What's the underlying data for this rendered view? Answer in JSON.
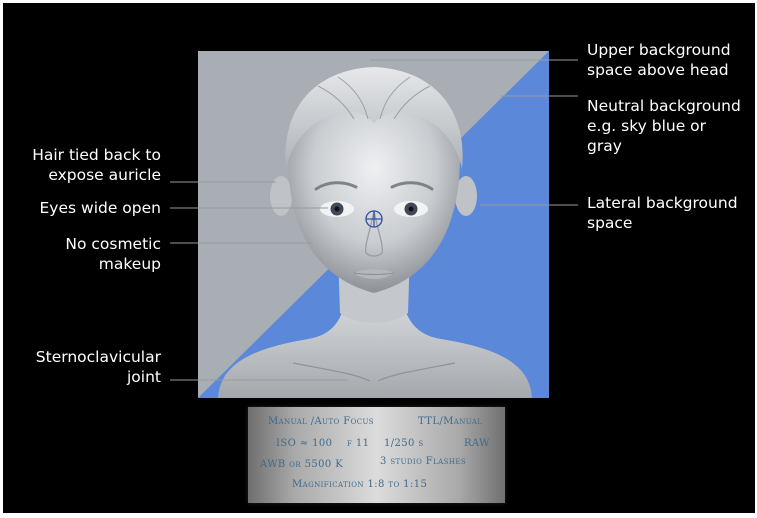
{
  "colors": {
    "stage_background": "#000000",
    "panel_gray": "#a9adb4",
    "panel_blue": "#5b88d8",
    "skin": "#d5d7d9",
    "label_text": "#ffffff",
    "leader_line": "#9a9a9a",
    "plate_text": "#3f6a8c"
  },
  "labels": {
    "upper_background": "Upper background\nspace above head",
    "neutral_background": "Neutral background\ne.g. sky blue or\ngray",
    "lateral_background": "Lateral background\nspace",
    "hair": "Hair tied back to\nexpose auricle",
    "eyes": "Eyes wide open",
    "makeup": "No cosmetic\nmakeup",
    "joint": "Sternoclavicular\njoint"
  },
  "camera_settings": {
    "line1_left": "Manual /Auto Focus",
    "line1_right": "TTL/Manual",
    "line2_iso": "ISO ≈ 100",
    "line2_aperture": "f 11",
    "line2_shutter": "1/250 s",
    "line2_format": "RAW",
    "line3_left": "AWB or 5500 K",
    "line3_right": "3 studio Flashes",
    "line4": "Magnification 1:8 to 1:15"
  }
}
